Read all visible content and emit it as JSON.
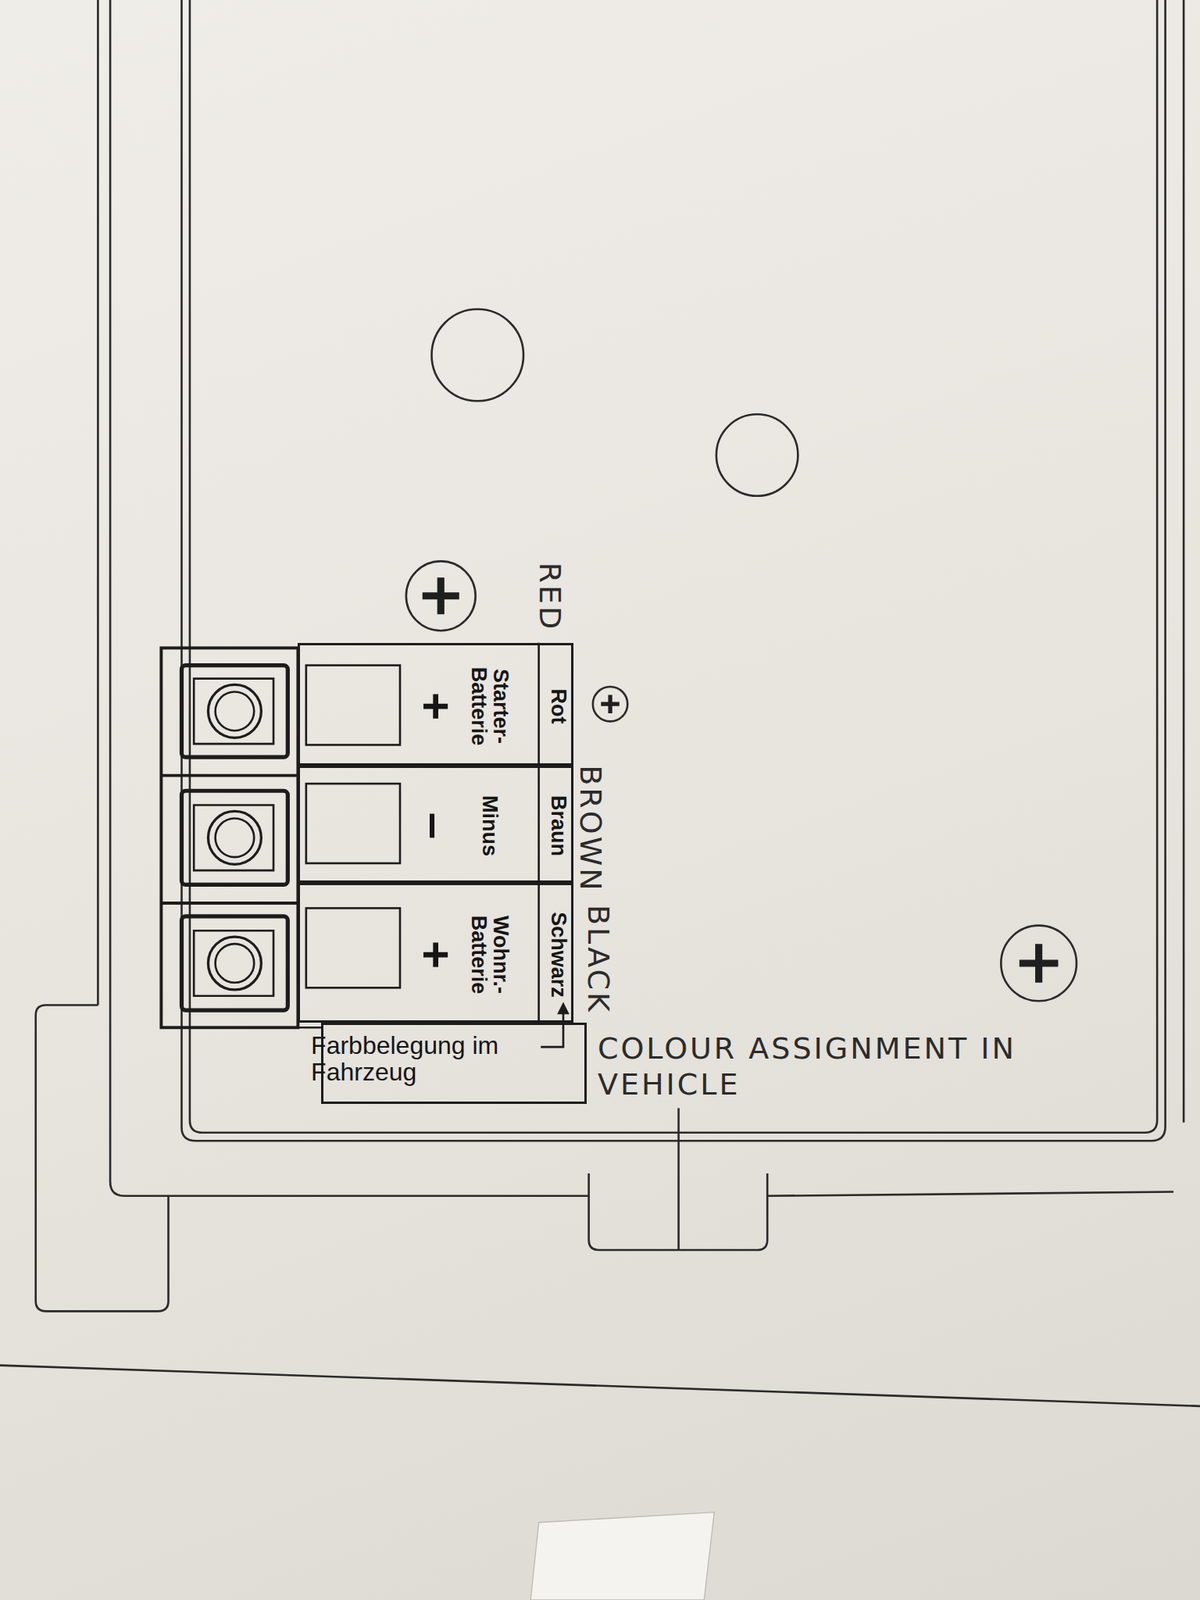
{
  "diagram": {
    "nodes": [
      {
        "text": [
          "Rot",
          "Starter- Batterie",
          "+"
        ]
      },
      {
        "text": [
          "Braun",
          "Minus",
          "–"
        ]
      },
      {
        "text": [
          "Schwarz",
          "Wohnr.- Batterie",
          "+"
        ]
      },
      {
        "text": [
          "Farbbelegung im Fahrzeug"
        ]
      }
    ],
    "labels": [
      "RED",
      "BROWN",
      "BLACK",
      "COLOUR ASSIGNMENT IN VEHICLE"
    ]
  }
}
